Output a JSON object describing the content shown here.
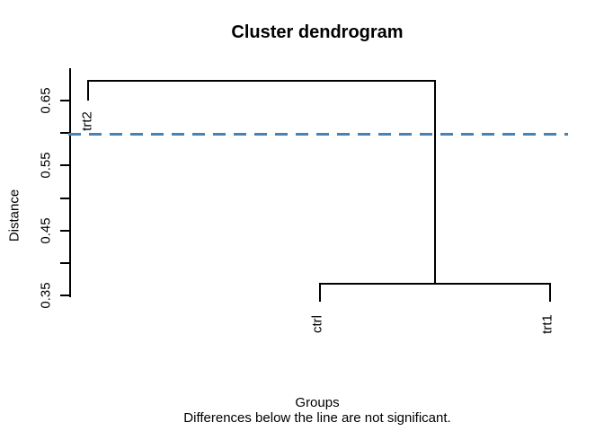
{
  "title": "Cluster dendrogram",
  "subtitle": "Differences below the line are not significant.",
  "y_axis": {
    "label": "Distance",
    "tick_labels": [
      "0.65",
      "0.55",
      "0.45",
      "0.35"
    ]
  },
  "x_axis": {
    "label": "Groups"
  },
  "threshold_line": {
    "value": 0.6,
    "color": "#4682B4",
    "style": "dashed",
    "thickness_px": 3
  },
  "chart_data": {
    "type": "dendrogram",
    "title": "Cluster dendrogram",
    "xlabel": "Groups",
    "ylabel": "Distance",
    "annotation": "Differences below the line are not significant.",
    "leaves": [
      "trt2",
      "ctrl",
      "trt1"
    ],
    "leaf_positions": [
      1,
      2,
      3
    ],
    "merges": [
      {
        "members": [
          "ctrl",
          "trt1"
        ],
        "height": 0.37
      },
      {
        "members": [
          "trt2",
          "cluster(ctrl,trt1)"
        ],
        "height": 0.68
      }
    ],
    "leaf_hang_bottoms": {
      "trt2": 0.65,
      "ctrl": 0.34,
      "trt1": 0.34
    },
    "threshold": {
      "y": 0.6,
      "color": "#4682B4",
      "line_style": "dashed"
    },
    "ylim": [
      0.35,
      0.7
    ],
    "yticks": [
      0.35,
      0.4,
      0.45,
      0.5,
      0.55,
      0.6,
      0.65
    ],
    "ytick_labels_shown": [
      "0.35",
      "0.45",
      "0.55",
      "0.65"
    ],
    "grid": false,
    "legend": false
  }
}
